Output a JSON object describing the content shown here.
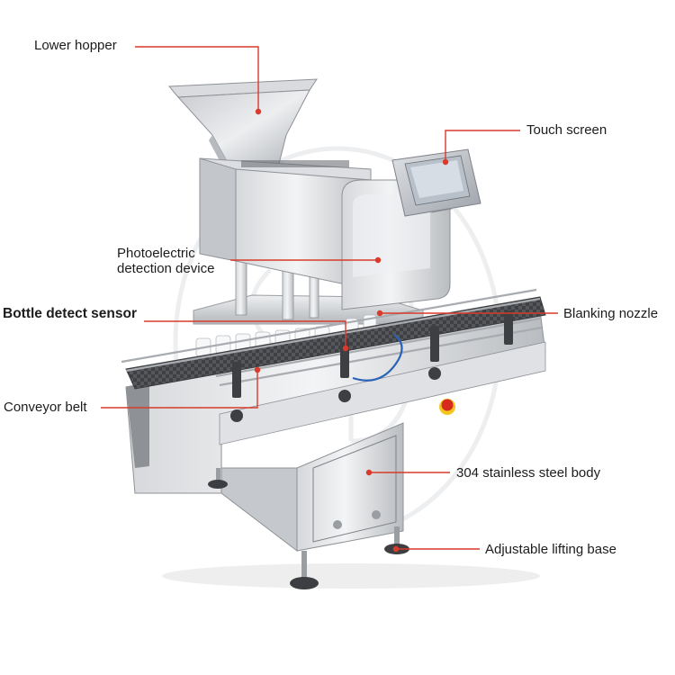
{
  "labels": {
    "lower_hopper": "Lower hopper",
    "touch_screen": "Touch screen",
    "photoelectric_line1": "Photoelectric",
    "photoelectric_line2": "detection device",
    "bottle_detect_sensor": "Bottle detect sensor",
    "blanking_nozzle": "Blanking nozzle",
    "conveyor_belt": "Conveyor belt",
    "body": "304 stainless steel body",
    "base": "Adjustable lifting base"
  },
  "colors": {
    "leader_line": "#d93a2b",
    "text": "#1c1c1c",
    "steel_light": "#e6e7e9",
    "steel_mid": "#c4c6ca",
    "steel_dark": "#8e9196",
    "belt": "#4a4b4f",
    "emergency_button": "#d52a1d"
  },
  "icons": [
    "emergency-stop-button",
    "touch-screen-panel",
    "watermark-logo"
  ]
}
